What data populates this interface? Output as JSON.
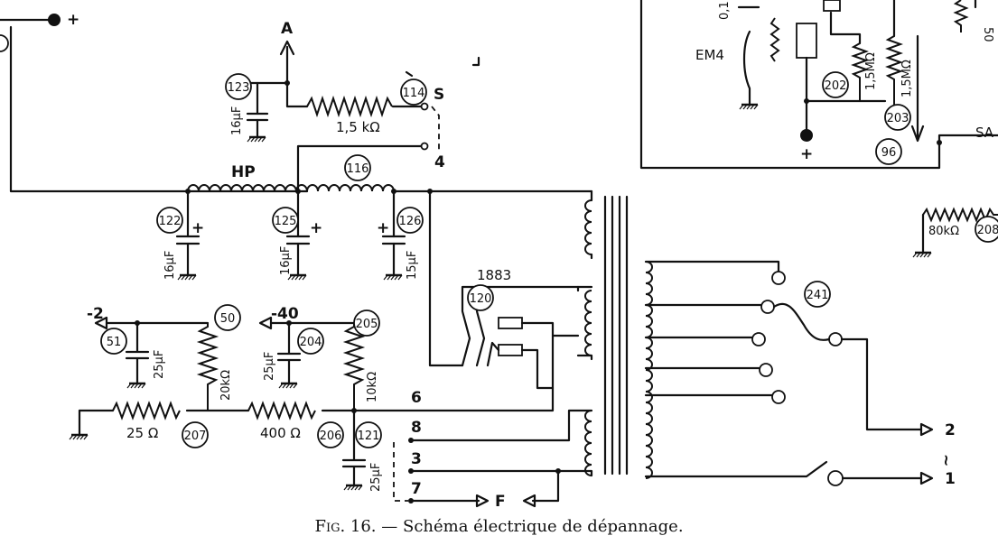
{
  "caption": {
    "fig": "Fig. 16.",
    "text": "— Schéma électrique de dépannage."
  },
  "labels": {
    "plus_top": "+",
    "A": "A",
    "S": "S",
    "four": "4",
    "HP": "HP",
    "r_1_5k": "1,5 kΩ",
    "c_16uF_a": "16µF",
    "c_16uF_b": "16µF",
    "c_16uF_c": "16µF",
    "c_15uF": "15µF",
    "n1883": "1883",
    "minus2": "-2",
    "minus40": "-40",
    "c_25uF_a": "25µF",
    "c_25uF_b": "25µF",
    "c_25uF_c": "25µF",
    "r_20k": "20kΩ",
    "r_10k": "10kΩ",
    "r_25": "25 Ω",
    "r_400": "400 Ω",
    "six": "6",
    "eight": "8",
    "three": "3",
    "seven": "7",
    "F": "F",
    "out2": "2",
    "out1": "1",
    "tilde": "~",
    "EM4": "EM4",
    "r_1_5M_a": "1,5MΩ",
    "r_1_5M_b": "1,5MΩ",
    "r_80k": "80kΩ",
    "plus_right": "+",
    "SA": "SA",
    "fifty": "50"
  },
  "markers": {
    "m123": "123",
    "m114": "114",
    "m116": "116",
    "m122": "122",
    "m125": "125",
    "m126": "126",
    "m120": "120",
    "m51": "51",
    "m50": "50",
    "m204": "204",
    "m205": "205",
    "m207": "207",
    "m206": "206",
    "m121": "121",
    "m241": "241",
    "m202": "202",
    "m203": "203",
    "m96": "96",
    "m208": "208"
  }
}
